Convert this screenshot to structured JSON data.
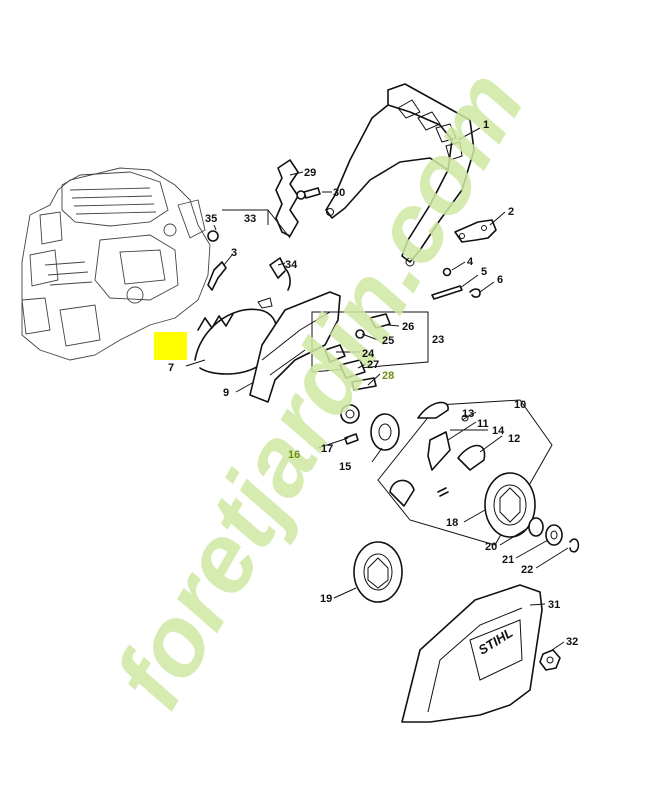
{
  "watermark": {
    "text": "foretjardin.com"
  },
  "highlight": {
    "color": "#ffff00"
  },
  "colors": {
    "line": "#111111",
    "label": "#111111",
    "label_highlight": "#6f8f12",
    "watermark": "#cfe8a3"
  },
  "brand": {
    "text": "STIHL"
  },
  "callouts": [
    {
      "id": "1",
      "text": "1"
    },
    {
      "id": "2",
      "text": "2"
    },
    {
      "id": "3",
      "text": "3"
    },
    {
      "id": "4",
      "text": "4"
    },
    {
      "id": "5",
      "text": "5"
    },
    {
      "id": "6",
      "text": "6"
    },
    {
      "id": "7",
      "text": "7"
    },
    {
      "id": "9",
      "text": "9"
    },
    {
      "id": "10",
      "text": "10"
    },
    {
      "id": "11",
      "text": "11"
    },
    {
      "id": "12",
      "text": "12"
    },
    {
      "id": "13",
      "text": "13"
    },
    {
      "id": "14",
      "text": "14"
    },
    {
      "id": "15",
      "text": "15"
    },
    {
      "id": "16",
      "text": "16"
    },
    {
      "id": "17",
      "text": "17"
    },
    {
      "id": "18",
      "text": "18"
    },
    {
      "id": "19",
      "text": "19"
    },
    {
      "id": "20",
      "text": "20"
    },
    {
      "id": "21",
      "text": "21"
    },
    {
      "id": "22",
      "text": "22"
    },
    {
      "id": "23",
      "text": "23"
    },
    {
      "id": "24",
      "text": "24"
    },
    {
      "id": "25",
      "text": "25"
    },
    {
      "id": "26",
      "text": "26"
    },
    {
      "id": "27",
      "text": "27"
    },
    {
      "id": "28",
      "text": "28"
    },
    {
      "id": "29",
      "text": "29"
    },
    {
      "id": "30",
      "text": "30"
    },
    {
      "id": "31",
      "text": "31"
    },
    {
      "id": "32",
      "text": "32"
    },
    {
      "id": "33",
      "text": "33"
    },
    {
      "id": "34",
      "text": "34"
    },
    {
      "id": "35",
      "text": "35"
    }
  ]
}
